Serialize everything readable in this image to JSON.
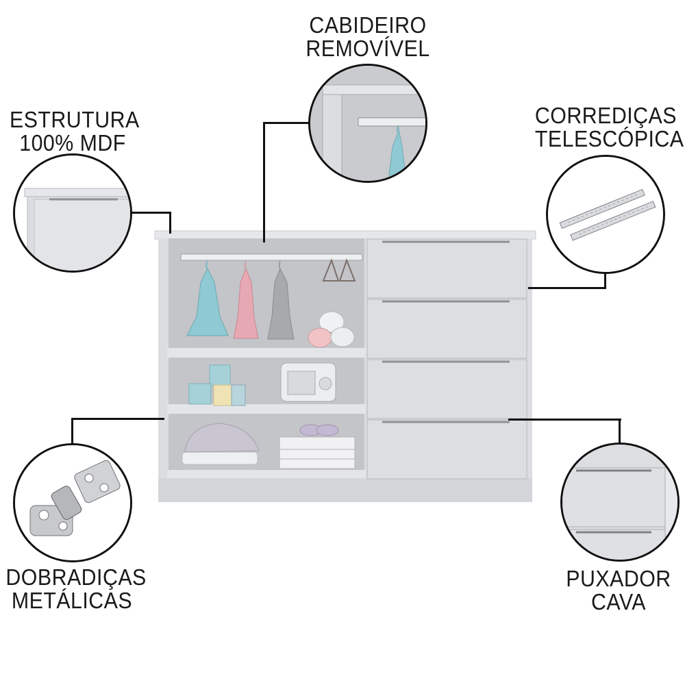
{
  "features": [
    {
      "id": "estrutura",
      "line1": "ESTRUTURA",
      "line2": "100% MDF"
    },
    {
      "id": "cabideiro",
      "line1": "CABIDEIRO",
      "line2": "REMOVÍVEL"
    },
    {
      "id": "corredicas",
      "line1": "CORREDIÇAS",
      "line2": "TELESCÓPICA"
    },
    {
      "id": "dobradicas",
      "line1": "DOBRADIÇAS",
      "line2": "METÁLICAS"
    },
    {
      "id": "puxador",
      "line1": "PUXADOR",
      "line2": "CAVA"
    }
  ],
  "colors": {
    "cabinet_body": "#dcdde0",
    "cabinet_interior": "#b9bbbf",
    "drawer_front": "#dddee1",
    "leader_line": "#111111",
    "dress_blue": "#8fc9d3",
    "dress_pink": "#e6a8b2",
    "dress_grey": "#a7a9ad",
    "towel_pink": "#f1c2c6"
  }
}
